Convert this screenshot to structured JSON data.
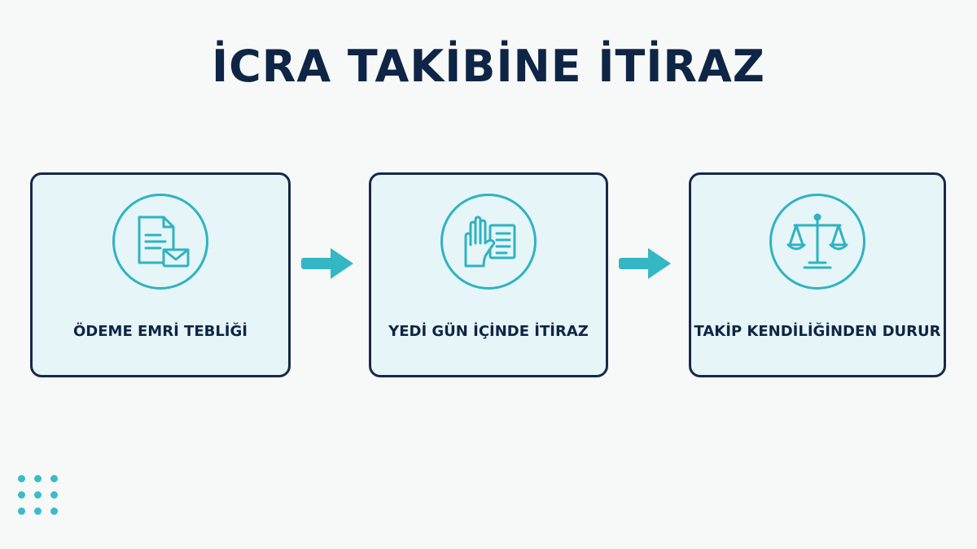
{
  "title": "İCRA TAKİBİNE İTİRAZ",
  "steps": [
    {
      "label": "ÖDEME EMRİ TEBLİĞİ",
      "icon": "document-mail-icon"
    },
    {
      "label": "YEDİ GÜN İÇİNDE İTİRAZ",
      "icon": "hand-document-icon"
    },
    {
      "label": "TAKİP KENDİLİĞİNDEN DURUR",
      "icon": "scales-icon"
    }
  ],
  "connectors": [
    "arrow-right-icon",
    "arrow-right-icon"
  ],
  "colors": {
    "primary": "#0e2545",
    "accent": "#2fb3c0",
    "card_fill": "#e6f5f8",
    "background": "#f7f8f8"
  },
  "decoration": "dot-grid-icon"
}
